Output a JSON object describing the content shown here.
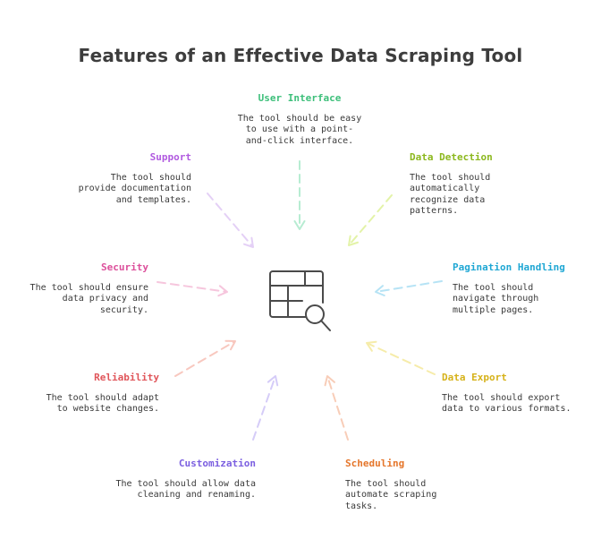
{
  "title": "Features of an Effective Data Scraping Tool",
  "center_icon": "table-search-icon",
  "features": [
    {
      "key": "user_interface",
      "name": "User Interface",
      "description": "The tool should be easy to use with a point-and-click interface.",
      "color": "#3dbf7a",
      "arrow_color": "#b7ecd2"
    },
    {
      "key": "data_detection",
      "name": "Data Detection",
      "description": "The tool should automatically recognize data patterns.",
      "color": "#8cb81e",
      "arrow_color": "#e3f3a8"
    },
    {
      "key": "pagination_handling",
      "name": "Pagination Handling",
      "description": "The tool should navigate through multiple pages.",
      "color": "#1fa7d4",
      "arrow_color": "#b6e3f5"
    },
    {
      "key": "data_export",
      "name": "Data Export",
      "description": "The tool should export data to various formats.",
      "color": "#d6b21a",
      "arrow_color": "#f6ecaa"
    },
    {
      "key": "scheduling",
      "name": "Scheduling",
      "description": "The tool should automate scraping tasks.",
      "color": "#e5762b",
      "arrow_color": "#f8cdb8"
    },
    {
      "key": "customization",
      "name": "Customization",
      "description": "The tool should allow data cleaning and renaming.",
      "color": "#7b5fe0",
      "arrow_color": "#d5ccf8"
    },
    {
      "key": "reliability",
      "name": "Reliability",
      "description": "The tool should adapt to website changes.",
      "color": "#e0555a",
      "arrow_color": "#f8c8bf"
    },
    {
      "key": "security",
      "name": "Security",
      "description": "The tool should ensure data privacy and security.",
      "color": "#dc4f9b",
      "arrow_color": "#f6c6dd"
    },
    {
      "key": "support",
      "name": "Support",
      "description": "The tool should provide documentation and templates.",
      "color": "#b15ae0",
      "arrow_color": "#e4d0f6"
    }
  ]
}
